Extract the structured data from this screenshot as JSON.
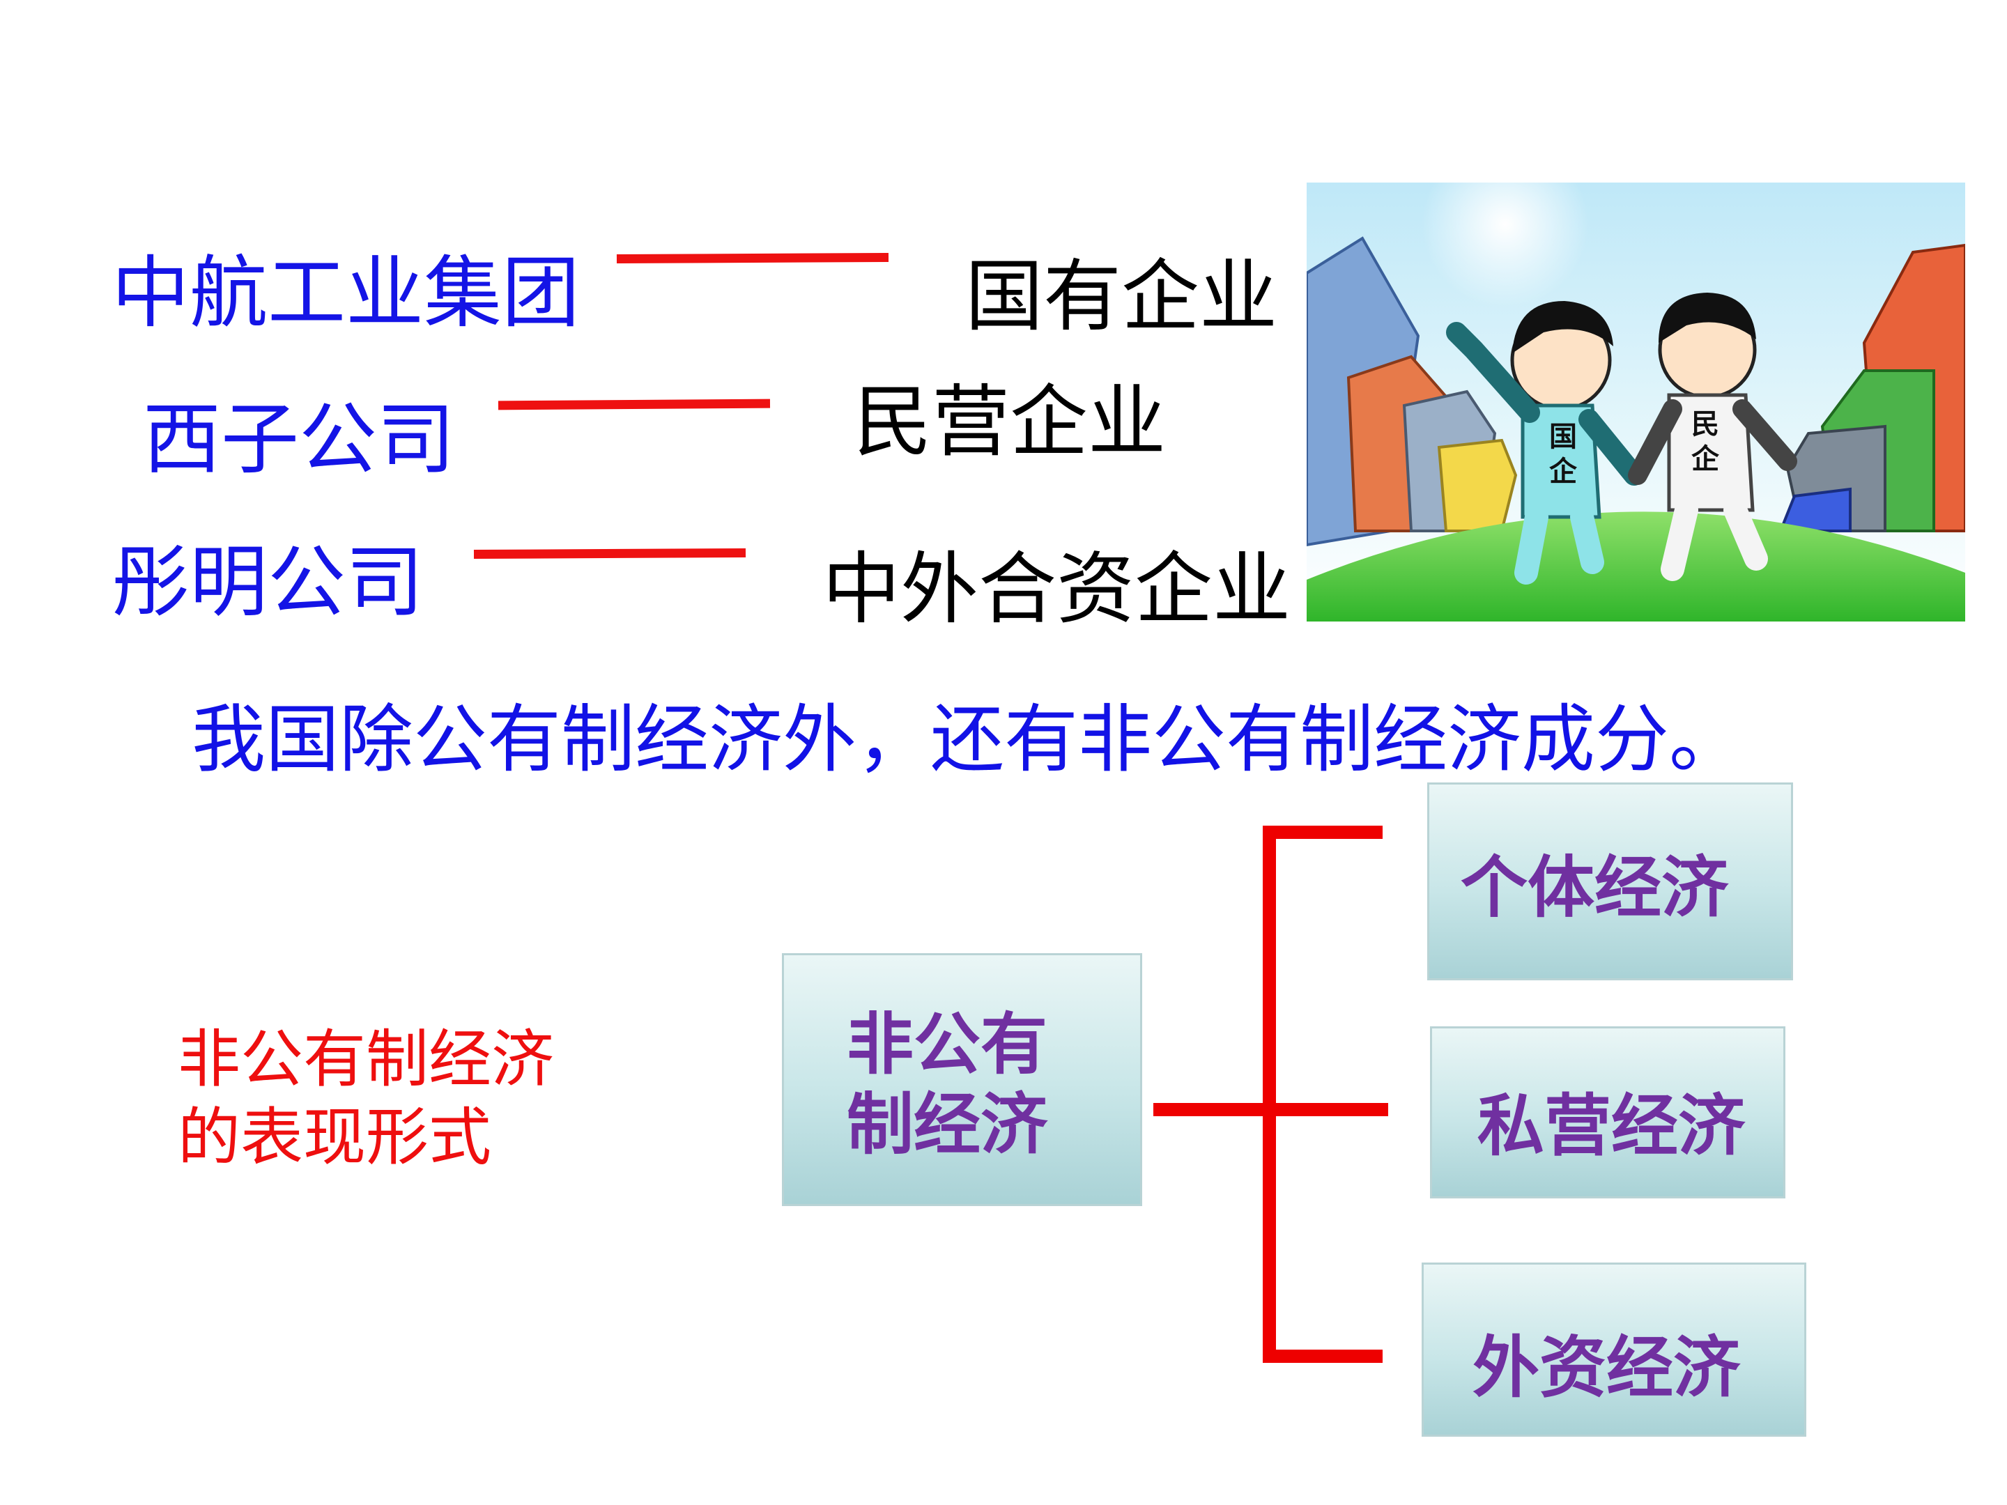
{
  "pairs": [
    {
      "company": "中航工业集团",
      "type": "国有企业"
    },
    {
      "company": "西子公司",
      "type": "民营企业"
    },
    {
      "company": "彤明公司",
      "type": "中外合资企业"
    }
  ],
  "illustration": {
    "left_badge": [
      "国",
      "企"
    ],
    "right_badge": [
      "民",
      "企"
    ]
  },
  "summary": "我国除公有制经济外，还有非公有制经济成分。",
  "side_label": [
    "非公有制经济",
    "的表现形式"
  ],
  "tree": {
    "root": [
      "非公有",
      "制经济"
    ],
    "branches": [
      "个体经济",
      "私营经济",
      "外资经济"
    ]
  },
  "colors": {
    "company": "#1414e6",
    "line": "#ee1111",
    "branch_text": "#7030a0",
    "side_label": "#ee0f0f"
  }
}
